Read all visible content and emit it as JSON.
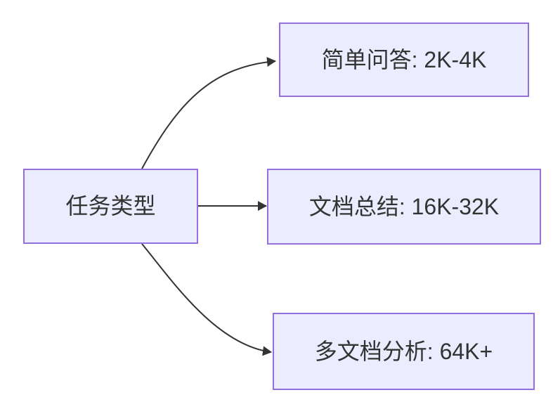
{
  "diagram": {
    "type": "flowchart",
    "direction": "left-to-right",
    "colors": {
      "node_fill": "#ECECFF",
      "node_border": "#9370DB",
      "edge_line": "#333333",
      "text": "#333333",
      "background": "#FFFFFF"
    },
    "nodes": [
      {
        "id": "task-type",
        "label": "任务类型"
      },
      {
        "id": "simple-qa",
        "label": "简单问答: 2K-4K"
      },
      {
        "id": "doc-summary",
        "label": "文档总结: 16K-32K"
      },
      {
        "id": "multi-doc",
        "label": "多文档分析: 64K+"
      }
    ],
    "edges": [
      {
        "from": "task-type",
        "to": "simple-qa"
      },
      {
        "from": "task-type",
        "to": "doc-summary"
      },
      {
        "from": "task-type",
        "to": "multi-doc"
      }
    ]
  }
}
